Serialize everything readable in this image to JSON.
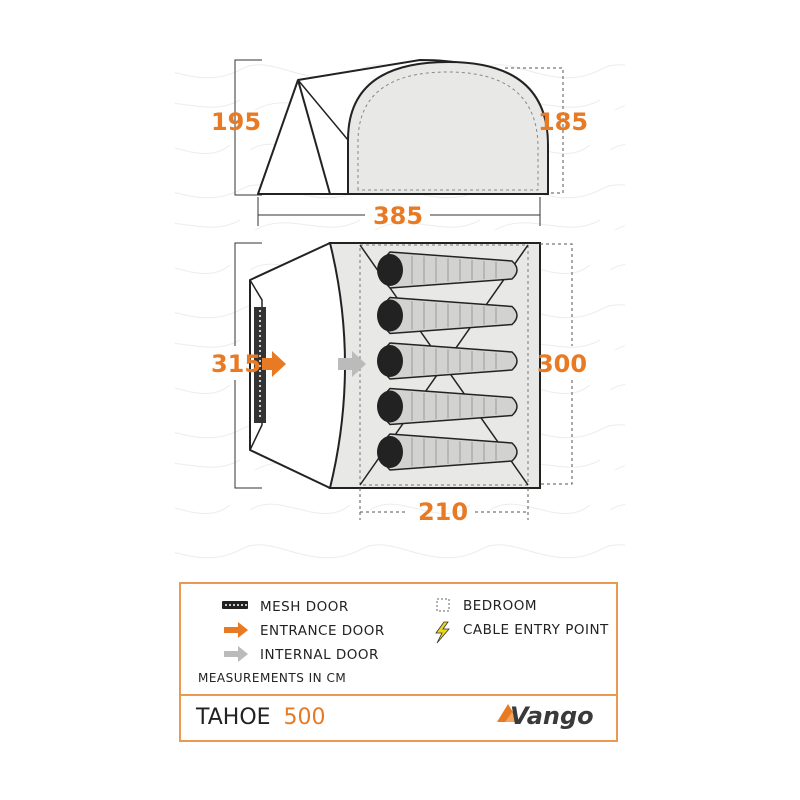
{
  "dimensions": {
    "height_front": "195",
    "height_bedroom": "185",
    "length_total": "385",
    "width_total": "315",
    "width_bedroom": "300",
    "length_bedroom": "210"
  },
  "berths": 5,
  "legend": {
    "mesh_door": "MESH DOOR",
    "entrance_door": "ENTRANCE DOOR",
    "internal_door": "INTERNAL DOOR",
    "bedroom": "BEDROOM",
    "cable_entry": "CABLE ENTRY POINT",
    "measurements_note": "MEASUREMENTS IN CM"
  },
  "product": {
    "name": "TAHOE",
    "model": "500"
  },
  "brand": "Vango",
  "colors": {
    "accent": "#e87a24",
    "outline": "#222222",
    "grey_fill": "#e8e8e6",
    "legend_frame": "#e89a50"
  }
}
